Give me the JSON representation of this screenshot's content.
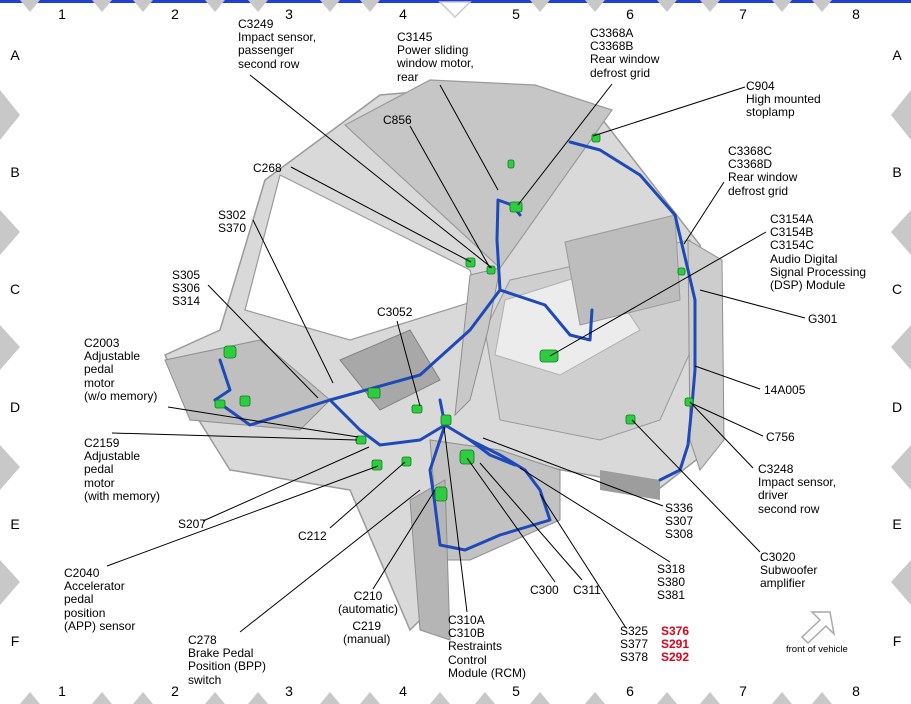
{
  "grid": {
    "columns": [
      "1",
      "2",
      "3",
      "4",
      "5",
      "6",
      "7",
      "8"
    ],
    "rows": [
      "A",
      "B",
      "C",
      "D",
      "E",
      "F"
    ]
  },
  "callouts": {
    "c3249": [
      "C3249",
      "Impact sensor,",
      "passenger",
      "second row"
    ],
    "c3145": [
      "C3145",
      "Power sliding",
      "window motor,",
      "rear"
    ],
    "c3368a": [
      "C3368A",
      "C3368B",
      "Rear window",
      "defrost grid"
    ],
    "c904": [
      "C904",
      "High mounted",
      "stoplamp"
    ],
    "c856": [
      "C856"
    ],
    "c268": [
      "C268"
    ],
    "c3368c": [
      "C3368C",
      "C3368D",
      "Rear window",
      "defrost grid"
    ],
    "s302": [
      "S302",
      "S370"
    ],
    "c3154": [
      "C3154A",
      "C3154B",
      "C3154C",
      "Audio Digital",
      "Signal Processing",
      "(DSP) Module"
    ],
    "s305": [
      "S305",
      "S306",
      "S314"
    ],
    "g301": [
      "G301"
    ],
    "c3052": [
      "C3052"
    ],
    "c2003": [
      "C2003",
      "Adjustable",
      "pedal",
      "motor",
      "(w/o memory)"
    ],
    "w14a005": [
      "14A005"
    ],
    "c756": [
      "C756"
    ],
    "c2159": [
      "C2159",
      "Adjustable",
      "pedal",
      "motor",
      "(with memory)"
    ],
    "c3248": [
      "C3248",
      "Impact sensor,",
      "driver",
      "second row"
    ],
    "s207": [
      "S207"
    ],
    "s336": [
      "S336",
      "S307",
      "S308"
    ],
    "c212": [
      "C212"
    ],
    "s318": [
      "S318",
      "S380",
      "S381"
    ],
    "c3020": [
      "C3020",
      "Subwoofer",
      "amplifier"
    ],
    "c2040": [
      "C2040",
      "Accelerator",
      "pedal",
      "position",
      "(APP) sensor"
    ],
    "c300": [
      "C300"
    ],
    "c311": [
      "C311"
    ],
    "c210": [
      "C210",
      "(automatic)"
    ],
    "c219": [
      "C219",
      "(manual)"
    ],
    "c278": [
      "C278",
      "Brake Pedal",
      "Position (BPP)",
      "switch"
    ],
    "c310a": [
      "C310A",
      "C310B",
      "Restraints",
      "Control",
      "Module (RCM)"
    ],
    "s325": [
      "S325",
      "S377",
      "S378"
    ],
    "s376": [
      "S376",
      "S291",
      "S292"
    ]
  },
  "front_of_vehicle": "front of vehicle",
  "colors": {
    "border_blue": "#1f3fd6",
    "wire_blue": "#1f49b8",
    "connector_green": "#2ecc40",
    "highlight_red": "#e0001b",
    "body_gray": "#c9c9c9",
    "margin_diamond": "#c8c8c8"
  }
}
